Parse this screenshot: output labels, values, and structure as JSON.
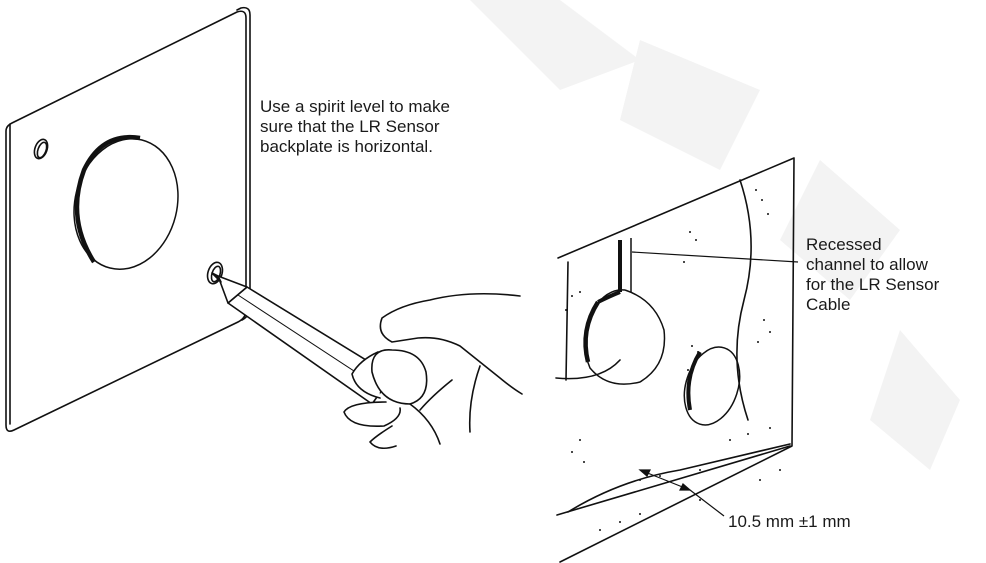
{
  "annotations": {
    "spirit_level": [
      "Use a spirit level to make",
      "sure that the LR Sensor",
      "backplate is horizontal."
    ],
    "recessed_channel": [
      "Recessed",
      "channel to allow",
      "for the LR Sensor",
      "Cable"
    ],
    "dimension": "10.5 mm ±1 mm"
  },
  "colors": {
    "line": "#111111",
    "watermark": "#f2f2f2",
    "background": "#ffffff"
  }
}
